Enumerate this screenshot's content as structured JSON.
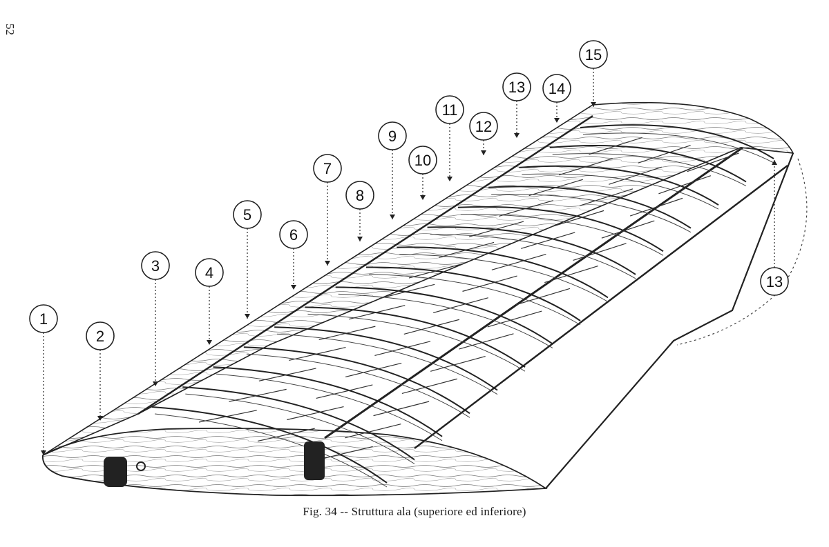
{
  "page_number": "52",
  "caption": "Fig. 34 -- Struttura ala (superiore ed inferiore)",
  "callouts": [
    "1",
    "2",
    "3",
    "4",
    "5",
    "6",
    "7",
    "8",
    "9",
    "10",
    "11",
    "12",
    "13",
    "14",
    "15",
    "13"
  ]
}
